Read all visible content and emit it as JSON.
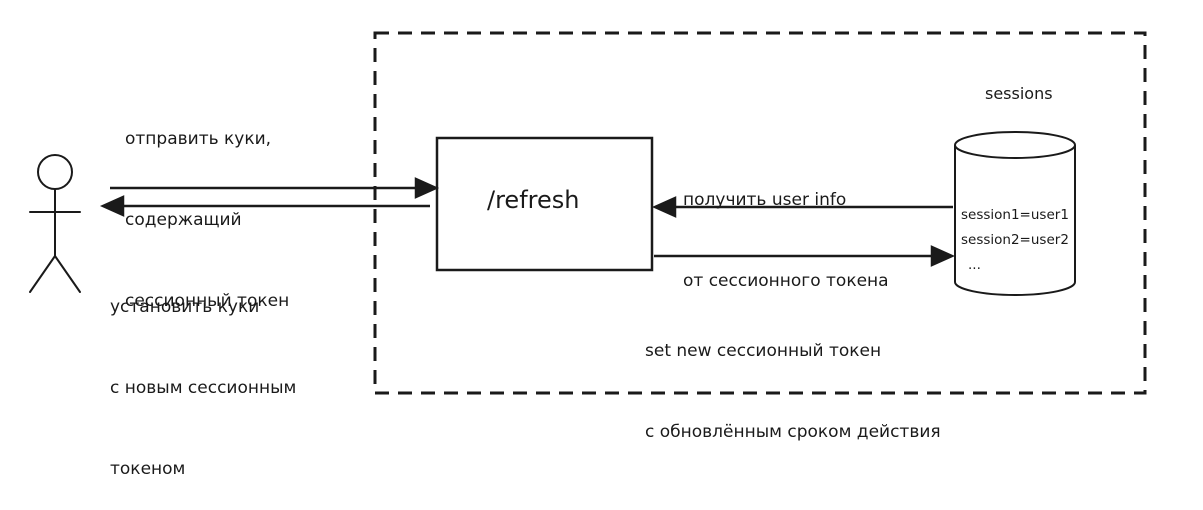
{
  "labels": {
    "send_cookie": [
      "отправить куки,",
      "содержащий",
      "сессионный токен"
    ],
    "set_cookie": [
      "установить куки",
      "с новым сессионным",
      "токеном"
    ],
    "get_user_info": [
      "получить user info",
      "от сессионного токена"
    ],
    "set_new_token": [
      "set new сессионный токен",
      "с обновлённым сроком действия"
    ]
  },
  "endpoint": "/refresh",
  "db": {
    "title": "sessions",
    "rows": [
      "session1=user1",
      "session2=user2",
      "..."
    ]
  },
  "colors": {
    "stroke": "#1a1a1a",
    "background": "#ffffff"
  }
}
